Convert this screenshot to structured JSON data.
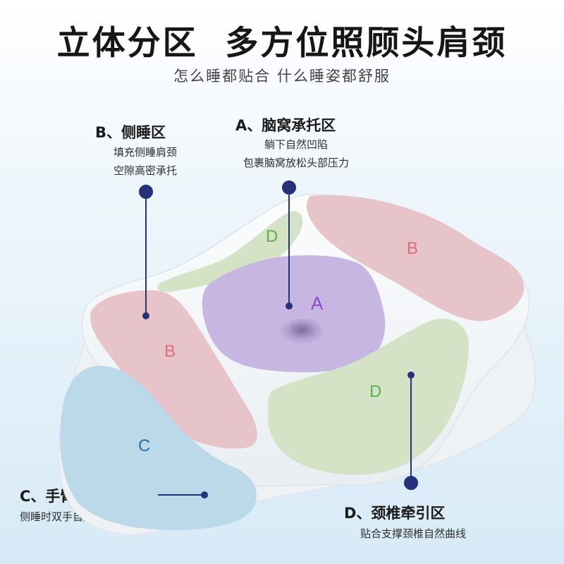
{
  "header": {
    "title": "立体分区  多方位照顾头肩颈",
    "subtitle": "怎么睡都贴合 什么睡姿都舒服"
  },
  "zones": {
    "a": {
      "title": "A、脑窝承托区",
      "desc": [
        "躺下自然凹陷",
        "包裹脑窝放松头部压力"
      ],
      "letter": "A",
      "color": "#c8b6e2",
      "letter_color": "#8a4ccf"
    },
    "b": {
      "title": "B、侧睡区",
      "desc": [
        "填充侧睡肩颈",
        "空隙高密承托"
      ],
      "letter": "B",
      "color": "#e6c4c9",
      "letter_color": "#e06a7a"
    },
    "c": {
      "title": "C、手臂置放区",
      "desc": [
        "侧睡时双手自然舒展"
      ],
      "letter": "C",
      "color": "#bcd9ea",
      "letter_color": "#2a6f9e"
    },
    "d": {
      "title": "D、颈椎牵引区",
      "desc": [
        "贴合支撑颈椎自然曲线"
      ],
      "letter": "D",
      "color": "#d4e3c6",
      "letter_color": "#5bb04a"
    }
  },
  "colors": {
    "pointer": "#25327a",
    "pillow": "#f6f8fa"
  }
}
